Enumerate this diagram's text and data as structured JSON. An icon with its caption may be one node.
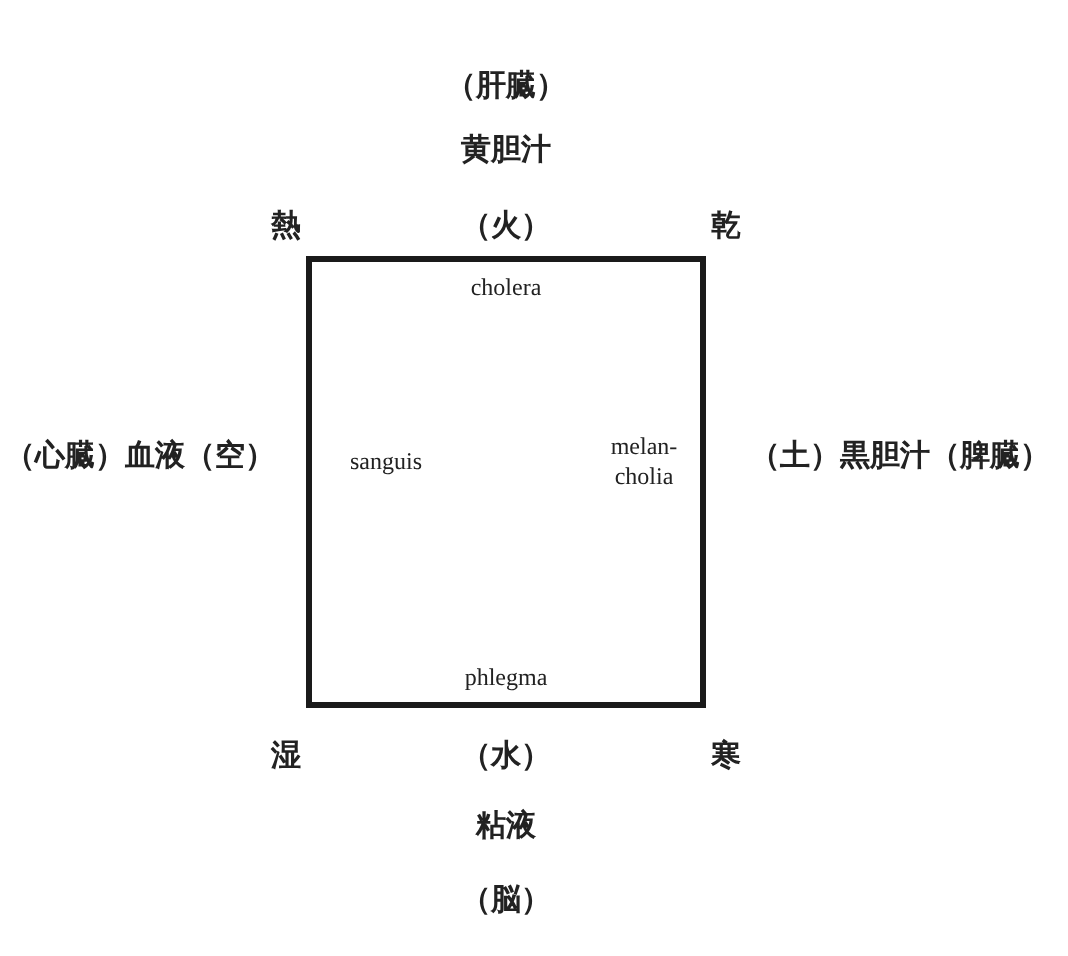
{
  "diagram": {
    "nodes": [
      {
        "text": [
          "cholera",
          "sanguis",
          "melan- cholia",
          "phlegma"
        ]
      }
    ],
    "labels": [
      "（肝臓）",
      "黄胆汁",
      "熱",
      "（火）",
      "乾",
      "（心臓）血液（空）",
      "（土）黒胆汁（脾臓）",
      "湿",
      "（水）",
      "寒",
      "粘液",
      "（脳）"
    ]
  }
}
